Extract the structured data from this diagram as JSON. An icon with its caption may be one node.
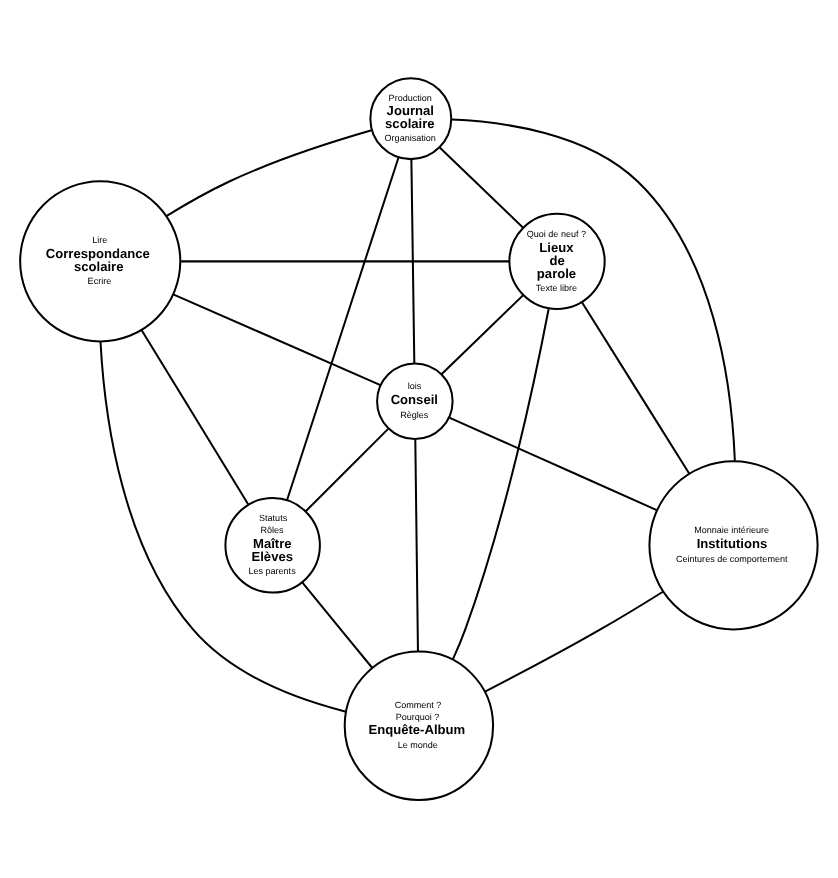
{
  "diagram": {
    "nodes": [
      {
        "text": [
          "Production",
          "Journal scolaire",
          "Organisation"
        ]
      },
      {
        "text": [
          "Lire",
          "Correspondance scolaire",
          "Ecrire"
        ]
      },
      {
        "text": [
          "Quoi de neuf ?",
          "Lieux de parole",
          "Texte libre"
        ]
      },
      {
        "text": [
          "lois",
          "Conseil",
          "Règles"
        ]
      },
      {
        "text": [
          "Statuts",
          "Rôles",
          "Maître Elèves",
          "Les parents"
        ]
      },
      {
        "text": [
          "Monnaie intérieure",
          "Institutions",
          "Ceintures de comportement"
        ]
      },
      {
        "text": [
          "Comment ?",
          "Pourquoi ?",
          "Enquête-Album",
          "Le monde"
        ]
      }
    ],
    "edges": [
      {
        "from": 0,
        "to": 1,
        "arrow": "none"
      },
      {
        "from": 0,
        "to": 2,
        "arrow": "none"
      },
      {
        "from": 0,
        "to": 3,
        "arrow": "none"
      },
      {
        "from": 0,
        "to": 4,
        "arrow": "none"
      },
      {
        "from": 0,
        "to": 5,
        "arrow": "none"
      },
      {
        "from": 1,
        "to": 2,
        "arrow": "none"
      },
      {
        "from": 1,
        "to": 4,
        "arrow": "none"
      },
      {
        "from": 1,
        "to": 6,
        "arrow": "none"
      },
      {
        "from": 1,
        "to": 3,
        "arrow": "none"
      },
      {
        "from": 2,
        "to": 3,
        "arrow": "none"
      },
      {
        "from": 2,
        "to": 6,
        "arrow": "none"
      },
      {
        "from": 2,
        "to": 5,
        "arrow": "none"
      },
      {
        "from": 3,
        "to": 4,
        "arrow": "none"
      },
      {
        "from": 3,
        "to": 6,
        "arrow": "none"
      },
      {
        "from": 3,
        "to": 5,
        "arrow": "none"
      },
      {
        "from": 4,
        "to": 6,
        "arrow": "none"
      },
      {
        "from": 5,
        "to": 6,
        "arrow": "none"
      }
    ]
  }
}
